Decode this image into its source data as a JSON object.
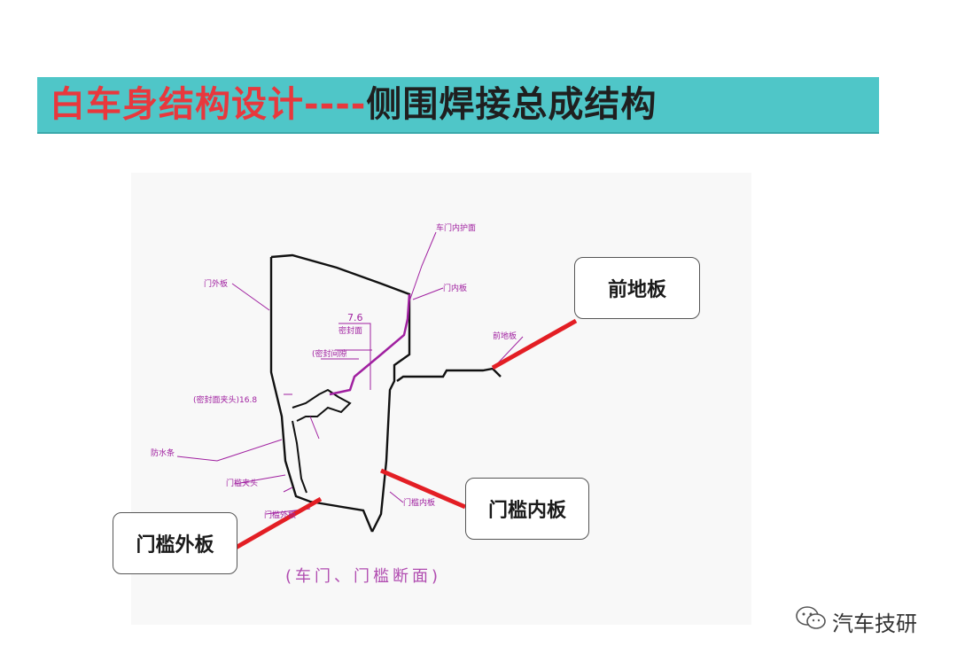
{
  "title": {
    "red": "白车身结构设计----",
    "dark": "侧围焊接总成结构"
  },
  "callouts": {
    "front_floor": "前地板",
    "inner_sill": "门槛内板",
    "outer_sill": "门槛外板"
  },
  "labels": {
    "door_inner_panel": "车门内护面",
    "door_outer": "门外板",
    "door_inner": "门内板",
    "dim_76": "7.6",
    "seal_face": "密封面",
    "seal_gap": "(密封间隙",
    "seal_clamp": "(密封面夹头)16.8",
    "floor_plate": "前地板",
    "waterproof": "防水条",
    "door_seal": "门槛夹头",
    "sill_outer": "门槛外板",
    "sill_inner": "门槛内板"
  },
  "caption": "(车门、门槛断面)",
  "watermark": "汽车技研",
  "colors": {
    "title_bg": "#4fc6c8",
    "title_red": "#e8383d",
    "leader_red": "#e31e24",
    "drawing_magenta": "#a020a0"
  }
}
